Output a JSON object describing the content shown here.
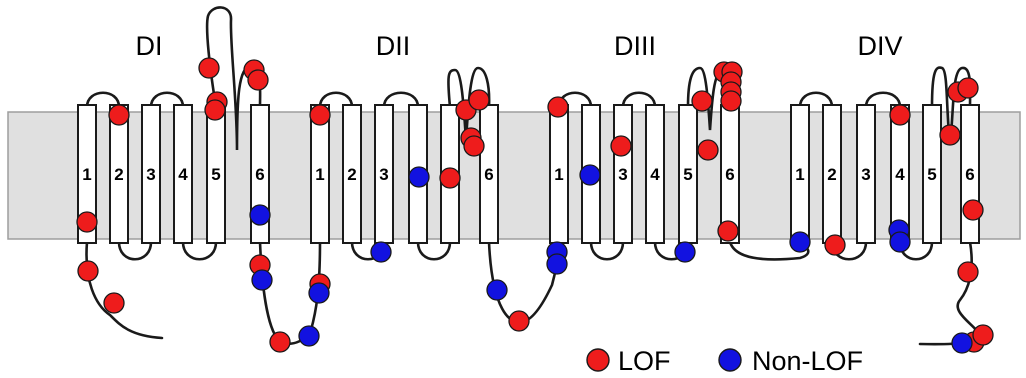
{
  "domains": [
    {
      "id": "d1",
      "label": "DI",
      "helices": [
        "1",
        "2",
        "3",
        "4",
        "5",
        "6"
      ]
    },
    {
      "id": "d2",
      "label": "DII",
      "helices": [
        "1",
        "2",
        "3",
        "4",
        "5",
        "6"
      ]
    },
    {
      "id": "d3",
      "label": "DIII",
      "helices": [
        "1",
        "2",
        "3",
        "4",
        "5",
        "6"
      ]
    },
    {
      "id": "d4",
      "label": "DIV",
      "helices": [
        "1",
        "2",
        "3",
        "4",
        "5",
        "6"
      ]
    }
  ],
  "legend": [
    {
      "key": "lof",
      "label": "LOF",
      "color": "#ee1c1c"
    },
    {
      "key": "non_lof",
      "label": "Non-LOF",
      "color": "#1212e0"
    }
  ],
  "colors": {
    "membrane": "#e0e0e0",
    "membrane_edge": "#9e9e9e",
    "helix_fill": "#ffffff",
    "line": "#1a1a1a"
  }
}
